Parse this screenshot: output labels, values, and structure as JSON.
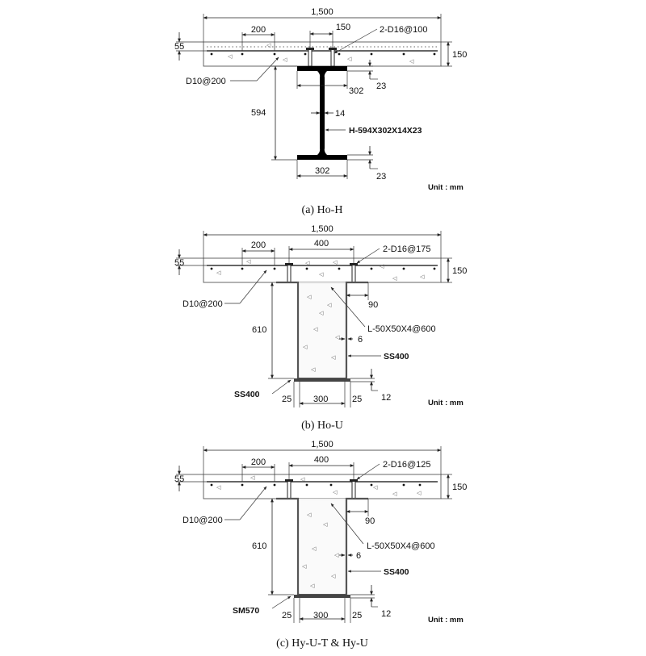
{
  "figure_a": {
    "caption": "(a)  Ho-H",
    "width_label": "1,500",
    "rebar_spacing": "200",
    "stud_spacing": "150",
    "studs_label": "2-D16@100",
    "top_cover": "55",
    "slab_depth": "150",
    "bottom_rebar": "D10@200",
    "flange_thickness_top": "23",
    "flange_width_top": "302",
    "web_depth": "594",
    "web_thickness": "14",
    "section_name": "H-594X302X14X23",
    "flange_width_bottom": "302",
    "flange_thickness_bottom": "23",
    "unit": "Unit : mm"
  },
  "figure_b": {
    "caption": "(b)  Ho-U",
    "width_label": "1,500",
    "rebar_spacing": "200",
    "stud_spacing": "400",
    "studs_label": "2-D16@175",
    "top_cover": "55",
    "slab_depth": "150",
    "bottom_rebar": "D10@200",
    "flange_width": "90",
    "angle_label": "L-50X50X4@600",
    "plate_thickness": "6",
    "web_steel": "SS400",
    "section_depth": "610",
    "bottom_steel": "SS400",
    "left_edge": "25",
    "bottom_width": "300",
    "right_edge": "25",
    "bottom_thickness": "12",
    "unit": "Unit : mm"
  },
  "figure_c": {
    "caption": "(c)  Hy-U-T  &  Hy-U",
    "width_label": "1,500",
    "rebar_spacing": "200",
    "stud_spacing": "400",
    "studs_label": "2-D16@125",
    "top_cover": "55",
    "slab_depth": "150",
    "bottom_rebar": "D10@200",
    "flange_width": "90",
    "angle_label": "L-50X50X4@600",
    "plate_thickness": "6",
    "web_steel": "SS400",
    "section_depth": "610",
    "bottom_steel": "SM570",
    "left_edge": "25",
    "bottom_width": "300",
    "right_edge": "25",
    "bottom_thickness": "12",
    "unit": "Unit : mm"
  }
}
